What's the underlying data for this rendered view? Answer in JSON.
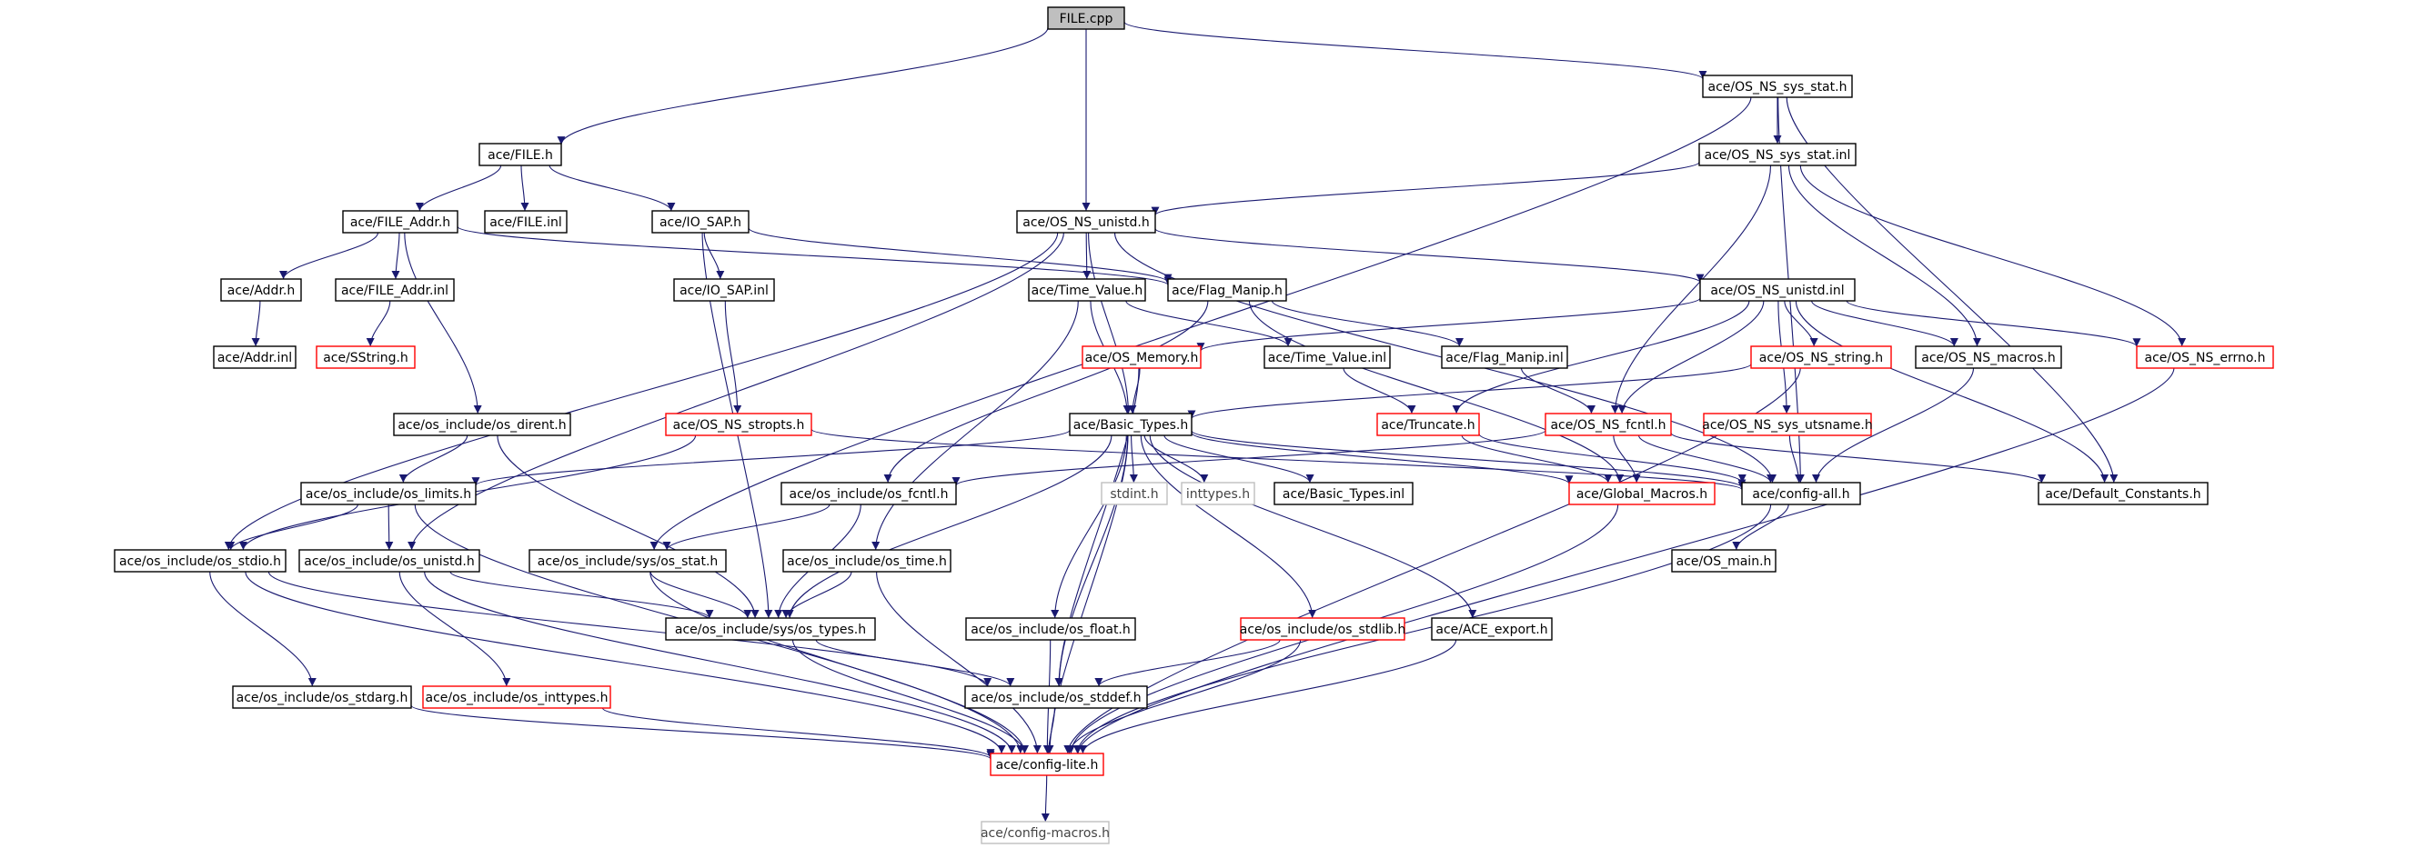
{
  "colors": {
    "edge": "#191970",
    "node_border": "#000000",
    "node_border_truncated": "#ff0000",
    "node_border_external": "#bfbfbf",
    "root_fill": "#bfbfbf",
    "node_fill": "#ffffff"
  },
  "nodes": [
    {
      "id": "file_cpp",
      "label": "FILE.cpp",
      "kind": "root"
    },
    {
      "id": "ace_file_h",
      "label": "ace/FILE.h",
      "kind": "normal"
    },
    {
      "id": "os_ns_sys_stat_h",
      "label": "ace/OS_NS_sys_stat.h",
      "kind": "normal"
    },
    {
      "id": "os_ns_sys_stat_inl",
      "label": "ace/OS_NS_sys_stat.inl",
      "kind": "normal"
    },
    {
      "id": "file_addr_h",
      "label": "ace/FILE_Addr.h",
      "kind": "normal"
    },
    {
      "id": "file_inl",
      "label": "ace/FILE.inl",
      "kind": "normal"
    },
    {
      "id": "io_sap_h",
      "label": "ace/IO_SAP.h",
      "kind": "normal"
    },
    {
      "id": "os_ns_unistd_h",
      "label": "ace/OS_NS_unistd.h",
      "kind": "normal"
    },
    {
      "id": "addr_h",
      "label": "ace/Addr.h",
      "kind": "normal"
    },
    {
      "id": "file_addr_inl",
      "label": "ace/FILE_Addr.inl",
      "kind": "normal"
    },
    {
      "id": "io_sap_inl",
      "label": "ace/IO_SAP.inl",
      "kind": "normal"
    },
    {
      "id": "time_value_h",
      "label": "ace/Time_Value.h",
      "kind": "normal"
    },
    {
      "id": "flag_manip_h",
      "label": "ace/Flag_Manip.h",
      "kind": "normal"
    },
    {
      "id": "os_ns_unistd_inl",
      "label": "ace/OS_NS_unistd.inl",
      "kind": "normal"
    },
    {
      "id": "addr_inl",
      "label": "ace/Addr.inl",
      "kind": "normal"
    },
    {
      "id": "sstring_h",
      "label": "ace/SString.h",
      "kind": "truncated"
    },
    {
      "id": "os_memory_h",
      "label": "ace/OS_Memory.h",
      "kind": "truncated"
    },
    {
      "id": "time_value_inl",
      "label": "ace/Time_Value.inl",
      "kind": "normal"
    },
    {
      "id": "flag_manip_inl",
      "label": "ace/Flag_Manip.inl",
      "kind": "normal"
    },
    {
      "id": "os_ns_string_h",
      "label": "ace/OS_NS_string.h",
      "kind": "truncated"
    },
    {
      "id": "os_ns_macros_h",
      "label": "ace/OS_NS_macros.h",
      "kind": "normal"
    },
    {
      "id": "os_ns_errno_h",
      "label": "ace/OS_NS_errno.h",
      "kind": "truncated"
    },
    {
      "id": "os_dirent_h",
      "label": "ace/os_include/os_dirent.h",
      "kind": "normal"
    },
    {
      "id": "os_ns_stropts_h",
      "label": "ace/OS_NS_stropts.h",
      "kind": "truncated"
    },
    {
      "id": "basic_types_h",
      "label": "ace/Basic_Types.h",
      "kind": "normal"
    },
    {
      "id": "truncate_h",
      "label": "ace/Truncate.h",
      "kind": "truncated"
    },
    {
      "id": "os_ns_fcntl_h",
      "label": "ace/OS_NS_fcntl.h",
      "kind": "truncated"
    },
    {
      "id": "os_ns_sys_utsname_h",
      "label": "ace/OS_NS_sys_utsname.h",
      "kind": "truncated"
    },
    {
      "id": "os_limits_h",
      "label": "ace/os_include/os_limits.h",
      "kind": "normal"
    },
    {
      "id": "os_fcntl_h",
      "label": "ace/os_include/os_fcntl.h",
      "kind": "normal"
    },
    {
      "id": "stdint_h",
      "label": "stdint.h",
      "kind": "external"
    },
    {
      "id": "inttypes_h",
      "label": "inttypes.h",
      "kind": "external"
    },
    {
      "id": "basic_types_inl",
      "label": "ace/Basic_Types.inl",
      "kind": "normal"
    },
    {
      "id": "global_macros_h",
      "label": "ace/Global_Macros.h",
      "kind": "truncated"
    },
    {
      "id": "config_all_h",
      "label": "ace/config-all.h",
      "kind": "normal"
    },
    {
      "id": "default_constants_h",
      "label": "ace/Default_Constants.h",
      "kind": "normal"
    },
    {
      "id": "os_stdio_h",
      "label": "ace/os_include/os_stdio.h",
      "kind": "normal"
    },
    {
      "id": "os_unistd_h",
      "label": "ace/os_include/os_unistd.h",
      "kind": "normal"
    },
    {
      "id": "sys_os_stat_h",
      "label": "ace/os_include/sys/os_stat.h",
      "kind": "normal"
    },
    {
      "id": "os_time_h",
      "label": "ace/os_include/os_time.h",
      "kind": "normal"
    },
    {
      "id": "os_main_h",
      "label": "ace/OS_main.h",
      "kind": "normal"
    },
    {
      "id": "sys_os_types_h",
      "label": "ace/os_include/sys/os_types.h",
      "kind": "normal"
    },
    {
      "id": "os_float_h",
      "label": "ace/os_include/os_float.h",
      "kind": "normal"
    },
    {
      "id": "os_stdlib_h",
      "label": "ace/os_include/os_stdlib.h",
      "kind": "truncated"
    },
    {
      "id": "ace_export_h",
      "label": "ace/ACE_export.h",
      "kind": "normal"
    },
    {
      "id": "os_stdarg_h",
      "label": "ace/os_include/os_stdarg.h",
      "kind": "normal"
    },
    {
      "id": "os_inttypes_h",
      "label": "ace/os_include/os_inttypes.h",
      "kind": "truncated"
    },
    {
      "id": "os_stddef_h",
      "label": "ace/os_include/os_stddef.h",
      "kind": "normal"
    },
    {
      "id": "config_lite_h",
      "label": "ace/config-lite.h",
      "kind": "truncated"
    },
    {
      "id": "config_macros_h",
      "label": "ace/config-macros.h",
      "kind": "external"
    }
  ],
  "edges": [
    [
      "file_cpp",
      "ace_file_h"
    ],
    [
      "file_cpp",
      "os_ns_sys_stat_h"
    ],
    [
      "file_cpp",
      "os_ns_unistd_h"
    ],
    [
      "ace_file_h",
      "file_addr_h"
    ],
    [
      "ace_file_h",
      "file_inl"
    ],
    [
      "ace_file_h",
      "io_sap_h"
    ],
    [
      "os_ns_sys_stat_h",
      "os_ns_sys_stat_inl"
    ],
    [
      "os_ns_sys_stat_h",
      "sys_os_stat_h"
    ],
    [
      "os_ns_sys_stat_h",
      "config_all_h"
    ],
    [
      "os_ns_sys_stat_h",
      "default_constants_h"
    ],
    [
      "os_ns_sys_stat_inl",
      "os_ns_unistd_h"
    ],
    [
      "os_ns_sys_stat_inl",
      "os_ns_fcntl_h"
    ],
    [
      "os_ns_sys_stat_inl",
      "os_ns_macros_h"
    ],
    [
      "os_ns_sys_stat_inl",
      "os_ns_errno_h"
    ],
    [
      "file_addr_h",
      "addr_h"
    ],
    [
      "file_addr_h",
      "file_addr_inl"
    ],
    [
      "file_addr_h",
      "flag_manip_h"
    ],
    [
      "file_addr_h",
      "os_dirent_h"
    ],
    [
      "addr_h",
      "addr_inl"
    ],
    [
      "file_addr_inl",
      "sstring_h"
    ],
    [
      "io_sap_h",
      "io_sap_inl"
    ],
    [
      "io_sap_h",
      "flag_manip_h"
    ],
    [
      "io_sap_h",
      "sys_os_types_h"
    ],
    [
      "io_sap_inl",
      "os_ns_stropts_h"
    ],
    [
      "os_ns_unistd_h",
      "time_value_h"
    ],
    [
      "os_ns_unistd_h",
      "basic_types_h"
    ],
    [
      "os_ns_unistd_h",
      "os_ns_unistd_inl"
    ],
    [
      "os_ns_unistd_h",
      "os_stdio_h"
    ],
    [
      "os_ns_unistd_h",
      "os_unistd_h"
    ],
    [
      "os_ns_unistd_h",
      "config_all_h"
    ],
    [
      "time_value_h",
      "time_value_inl"
    ],
    [
      "time_value_h",
      "basic_types_h"
    ],
    [
      "time_value_h",
      "os_time_h"
    ],
    [
      "flag_manip_h",
      "flag_manip_inl"
    ],
    [
      "flag_manip_h",
      "os_fcntl_h"
    ],
    [
      "flag_manip_h",
      "global_macros_h"
    ],
    [
      "os_ns_unistd_inl",
      "os_memory_h"
    ],
    [
      "os_ns_unistd_inl",
      "truncate_h"
    ],
    [
      "os_ns_unistd_inl",
      "os_ns_fcntl_h"
    ],
    [
      "os_ns_unistd_inl",
      "os_ns_string_h"
    ],
    [
      "os_ns_unistd_inl",
      "os_ns_macros_h"
    ],
    [
      "os_ns_unistd_inl",
      "os_ns_errno_h"
    ],
    [
      "os_ns_unistd_inl",
      "os_ns_sys_utsname_h"
    ],
    [
      "os_ns_unistd_inl",
      "default_constants_h"
    ],
    [
      "os_memory_h",
      "basic_types_h"
    ],
    [
      "os_memory_h",
      "os_stddef_h"
    ],
    [
      "time_value_inl",
      "truncate_h"
    ],
    [
      "flag_manip_inl",
      "os_ns_fcntl_h"
    ],
    [
      "os_ns_string_h",
      "basic_types_h"
    ],
    [
      "os_ns_string_h",
      "config_lite_h"
    ],
    [
      "os_ns_macros_h",
      "config_all_h"
    ],
    [
      "os_ns_errno_h",
      "config_lite_h"
    ],
    [
      "os_ns_stropts_h",
      "os_stdio_h"
    ],
    [
      "os_ns_stropts_h",
      "config_all_h"
    ],
    [
      "os_dirent_h",
      "os_limits_h"
    ],
    [
      "os_dirent_h",
      "sys_os_types_h"
    ],
    [
      "basic_types_h",
      "os_limits_h"
    ],
    [
      "basic_types_h",
      "stdint_h"
    ],
    [
      "basic_types_h",
      "inttypes_h"
    ],
    [
      "basic_types_h",
      "basic_types_inl"
    ],
    [
      "basic_types_h",
      "config_all_h"
    ],
    [
      "basic_types_h",
      "global_macros_h"
    ],
    [
      "basic_types_h",
      "sys_os_types_h"
    ],
    [
      "basic_types_h",
      "os_float_h"
    ],
    [
      "basic_types_h",
      "os_stdlib_h"
    ],
    [
      "basic_types_h",
      "ace_export_h"
    ],
    [
      "basic_types_h",
      "os_stddef_h"
    ],
    [
      "basic_types_h",
      "config_lite_h"
    ],
    [
      "truncate_h",
      "global_macros_h"
    ],
    [
      "truncate_h",
      "config_all_h"
    ],
    [
      "os_ns_fcntl_h",
      "global_macros_h"
    ],
    [
      "os_ns_fcntl_h",
      "config_all_h"
    ],
    [
      "os_ns_fcntl_h",
      "os_fcntl_h"
    ],
    [
      "os_ns_fcntl_h",
      "default_constants_h"
    ],
    [
      "os_ns_sys_utsname_h",
      "config_all_h"
    ],
    [
      "os_limits_h",
      "os_unistd_h"
    ],
    [
      "os_limits_h",
      "os_stdio_h"
    ],
    [
      "os_limits_h",
      "config_lite_h"
    ],
    [
      "os_fcntl_h",
      "sys_os_stat_h"
    ],
    [
      "os_fcntl_h",
      "sys_os_types_h"
    ],
    [
      "global_macros_h",
      "config_lite_h"
    ],
    [
      "config_all_h",
      "os_main_h"
    ],
    [
      "config_all_h",
      "config_lite_h"
    ],
    [
      "os_stdio_h",
      "os_stdarg_h"
    ],
    [
      "os_stdio_h",
      "os_stddef_h"
    ],
    [
      "os_stdio_h",
      "config_lite_h"
    ],
    [
      "os_unistd_h",
      "sys_os_types_h"
    ],
    [
      "os_unistd_h",
      "os_inttypes_h"
    ],
    [
      "os_unistd_h",
      "config_lite_h"
    ],
    [
      "sys_os_stat_h",
      "sys_os_types_h"
    ],
    [
      "sys_os_stat_h",
      "config_lite_h"
    ],
    [
      "os_time_h",
      "sys_os_types_h"
    ],
    [
      "os_time_h",
      "config_lite_h"
    ],
    [
      "sys_os_types_h",
      "os_stddef_h"
    ],
    [
      "sys_os_types_h",
      "config_lite_h"
    ],
    [
      "os_float_h",
      "config_lite_h"
    ],
    [
      "os_stdlib_h",
      "os_stddef_h"
    ],
    [
      "os_stdlib_h",
      "config_lite_h"
    ],
    [
      "ace_export_h",
      "config_lite_h"
    ],
    [
      "os_stdarg_h",
      "config_lite_h"
    ],
    [
      "os_inttypes_h",
      "config_lite_h"
    ],
    [
      "os_stddef_h",
      "config_lite_h"
    ],
    [
      "config_lite_h",
      "config_macros_h"
    ]
  ]
}
